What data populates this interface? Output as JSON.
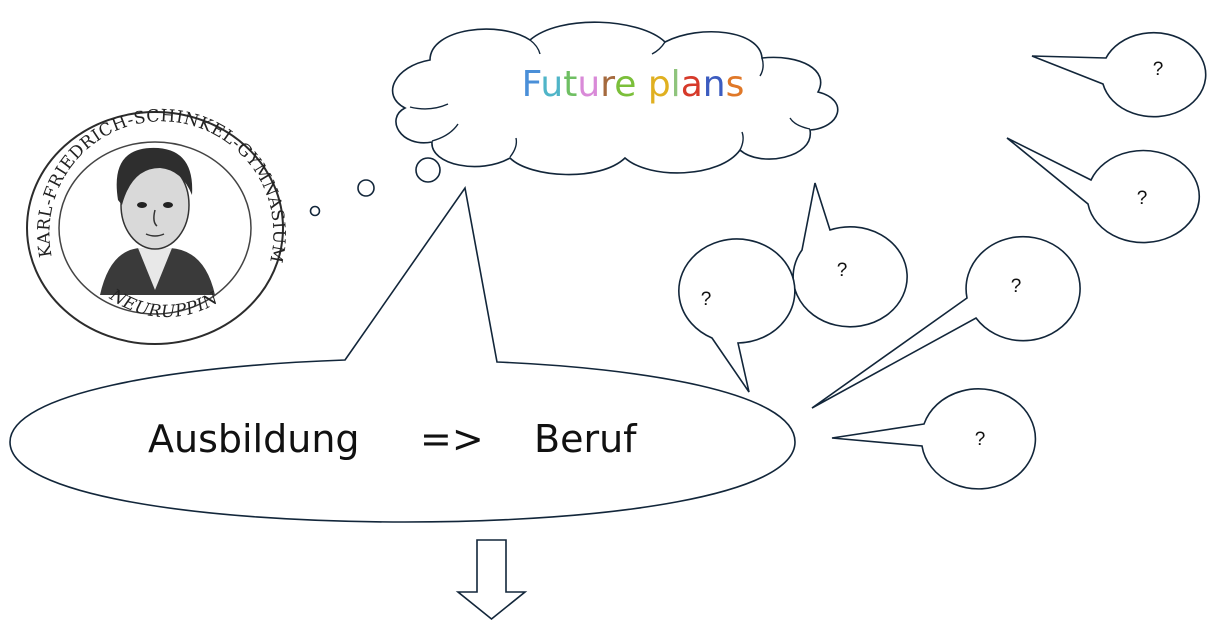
{
  "cloud": {
    "title_letters": [
      {
        "ch": "F",
        "color": "#4a8fd8"
      },
      {
        "ch": "u",
        "color": "#50b5c8"
      },
      {
        "ch": "t",
        "color": "#6fbf63"
      },
      {
        "ch": "u",
        "color": "#d98ad8"
      },
      {
        "ch": "r",
        "color": "#a56a3e"
      },
      {
        "ch": "e",
        "color": "#7bbf3a"
      },
      {
        "ch": " ",
        "color": "#000000"
      },
      {
        "ch": "p",
        "color": "#e0b020"
      },
      {
        "ch": "l",
        "color": "#8fc47c"
      },
      {
        "ch": "a",
        "color": "#d63a2a"
      },
      {
        "ch": "n",
        "color": "#3c5cc0"
      },
      {
        "ch": "s",
        "color": "#e07828"
      }
    ]
  },
  "main_bubble": {
    "left": "Ausbildung",
    "arrow": "=>",
    "right": "Beruf"
  },
  "question_bubbles": [
    {
      "label": "?"
    },
    {
      "label": "?"
    },
    {
      "label": "?"
    },
    {
      "label": "?"
    },
    {
      "label": "?"
    },
    {
      "label": "?"
    }
  ],
  "seal": {
    "ring_text": "KARL-FRIEDRICH-SCHINKEL-GYMNASIUM",
    "bottom_text": "NEURUPPIN"
  },
  "colors": {
    "stroke": "#12263a"
  }
}
